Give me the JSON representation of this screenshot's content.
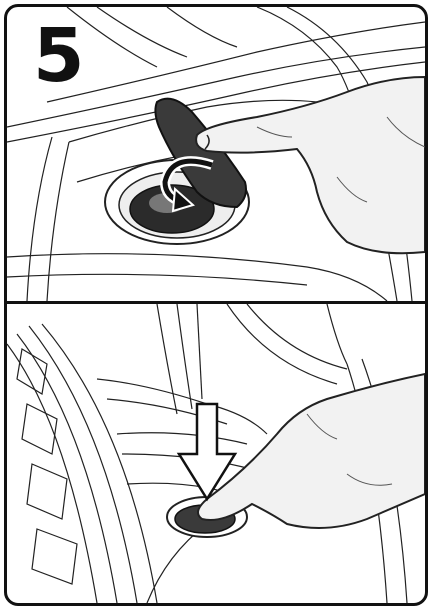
{
  "step": {
    "number": "5"
  },
  "panels": [
    {
      "name": "open-valve-cap",
      "icon": "rotate-arrow-icon"
    },
    {
      "name": "press-valve",
      "icon": "down-arrow-icon"
    }
  ],
  "colors": {
    "line": "#111111",
    "background": "#ffffff",
    "valve": "#2b2b2b"
  }
}
